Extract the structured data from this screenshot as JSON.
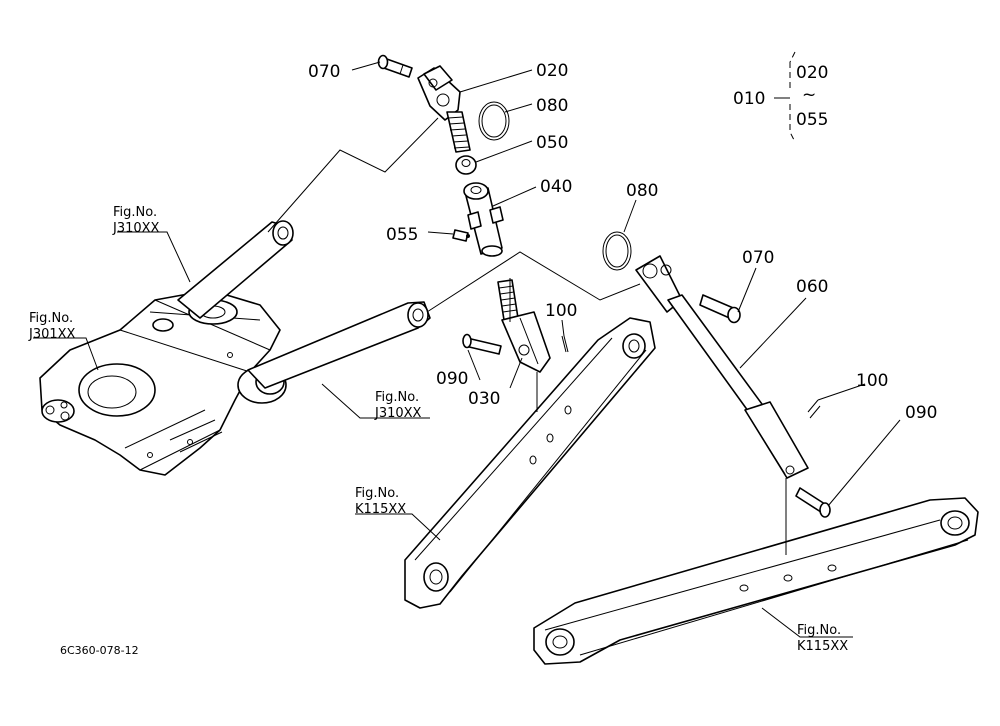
{
  "callouts": {
    "c070a": "070",
    "c020": "020",
    "c080a": "080",
    "c050": "050",
    "c040": "040",
    "c055": "055",
    "c080b": "080",
    "c070b": "070",
    "c060": "060",
    "c100a": "100",
    "c100b": "100",
    "c090a": "090",
    "c090b": "090",
    "c030": "030"
  },
  "group": {
    "parent": "010",
    "from": "020",
    "tilde": "~",
    "to": "055"
  },
  "references": {
    "r1_line1": "Fig.No.",
    "r1_line2": "J310XX",
    "r2_line1": "Fig.No.",
    "r2_line2": "J301XX",
    "r3_line1": "Fig.No.",
    "r3_line2": "J310XX",
    "r4_line1": "Fig.No.",
    "r4_line2": "K115XX",
    "r5_line1": "Fig.No.",
    "r5_line2": "K115XX"
  },
  "footer": {
    "code": "6C360-078-12"
  }
}
